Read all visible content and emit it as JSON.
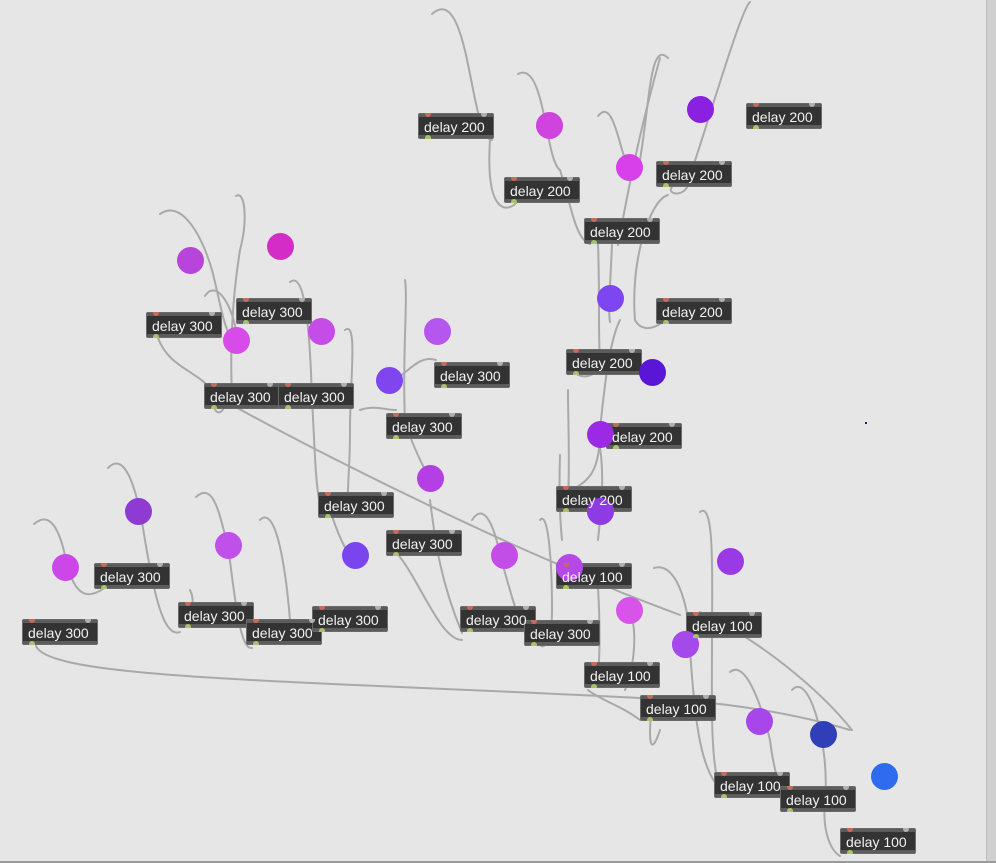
{
  "patcher": {
    "objects": [
      {
        "id": "o1",
        "text": "delay 200"
      },
      {
        "id": "o2",
        "text": "delay 200"
      },
      {
        "id": "o3",
        "text": "delay 200"
      },
      {
        "id": "o4",
        "text": "delay 200"
      },
      {
        "id": "o5",
        "text": "delay 200"
      },
      {
        "id": "o6",
        "text": "delay 200"
      },
      {
        "id": "o7",
        "text": "delay 200"
      },
      {
        "id": "o8",
        "text": "delay 200"
      },
      {
        "id": "o9",
        "text": "delay 200"
      },
      {
        "id": "o10",
        "text": "delay 300"
      },
      {
        "id": "o11",
        "text": "delay 300"
      },
      {
        "id": "o12",
        "text": "delay 300"
      },
      {
        "id": "o13",
        "text": "delay 300"
      },
      {
        "id": "o14",
        "text": "delay 300"
      },
      {
        "id": "o15",
        "text": "delay 300"
      },
      {
        "id": "o16",
        "text": "delay 300"
      },
      {
        "id": "o17",
        "text": "delay 300"
      },
      {
        "id": "o18",
        "text": "delay 300"
      },
      {
        "id": "o19",
        "text": "delay 300"
      },
      {
        "id": "o20",
        "text": "delay 300"
      },
      {
        "id": "o21",
        "text": "delay 300"
      },
      {
        "id": "o22",
        "text": "delay 300"
      },
      {
        "id": "o23",
        "text": "delay 300"
      },
      {
        "id": "o24",
        "text": "delay 300"
      },
      {
        "id": "o25",
        "text": "delay 100"
      },
      {
        "id": "o26",
        "text": "delay 100"
      },
      {
        "id": "o27",
        "text": "delay 100"
      },
      {
        "id": "o28",
        "text": "delay 100"
      },
      {
        "id": "o29",
        "text": "delay 100"
      },
      {
        "id": "o30",
        "text": "delay 100"
      },
      {
        "id": "o31",
        "text": "delay 100"
      }
    ],
    "leds": [
      {
        "id": "l1",
        "color": "#cf43df"
      },
      {
        "id": "l2",
        "color": "#d840ea"
      },
      {
        "id": "l3",
        "color": "#8a21e0"
      },
      {
        "id": "l4",
        "color": "#7e46f0"
      },
      {
        "id": "l5",
        "color": "#5a16d6"
      },
      {
        "id": "l6",
        "color": "#9a2ae6"
      },
      {
        "id": "l7",
        "color": "#b745db"
      },
      {
        "id": "l8",
        "color": "#d42cc6"
      },
      {
        "id": "l9",
        "color": "#d74ce8"
      },
      {
        "id": "l10",
        "color": "#c54ce6"
      },
      {
        "id": "l11",
        "color": "#b556ee"
      },
      {
        "id": "l12",
        "color": "#7f45ef"
      },
      {
        "id": "l13",
        "color": "#b43fe4"
      },
      {
        "id": "l14",
        "color": "#d456e8"
      },
      {
        "id": "l15",
        "color": "#8d3bd3"
      },
      {
        "id": "l16",
        "color": "#cb47e8"
      },
      {
        "id": "l17",
        "color": "#c050ea"
      },
      {
        "id": "l18",
        "color": "#7a45ef"
      },
      {
        "id": "l19",
        "color": "#c24de7"
      },
      {
        "id": "l20",
        "color": "#d853ea"
      },
      {
        "id": "l21",
        "color": "#b549e8"
      },
      {
        "id": "l22",
        "color": "#b84ee9"
      },
      {
        "id": "l23",
        "color": "#9a3ae5"
      },
      {
        "id": "l24",
        "color": "#a747ea"
      },
      {
        "id": "l25",
        "color": "#8e3be3"
      },
      {
        "id": "l26",
        "color": "#a54aea"
      },
      {
        "id": "l27",
        "color": "#2f3fb8"
      },
      {
        "id": "l28",
        "color": "#2f6bef"
      }
    ]
  }
}
